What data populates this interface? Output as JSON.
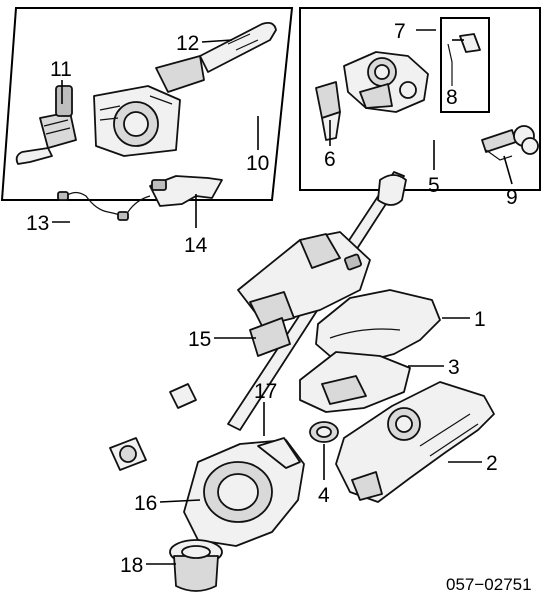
{
  "diagram": {
    "code": "057−02751",
    "callouts": [
      {
        "id": "c1",
        "text": "1"
      },
      {
        "id": "c2",
        "text": "2"
      },
      {
        "id": "c3",
        "text": "3"
      },
      {
        "id": "c4",
        "text": "4"
      },
      {
        "id": "c5",
        "text": "5"
      },
      {
        "id": "c6",
        "text": "6"
      },
      {
        "id": "c7",
        "text": "7"
      },
      {
        "id": "c8",
        "text": "8"
      },
      {
        "id": "c9",
        "text": "9"
      },
      {
        "id": "c10",
        "text": "10"
      },
      {
        "id": "c11",
        "text": "11"
      },
      {
        "id": "c12",
        "text": "12"
      },
      {
        "id": "c13",
        "text": "13"
      },
      {
        "id": "c14",
        "text": "14"
      },
      {
        "id": "c15",
        "text": "15"
      },
      {
        "id": "c16",
        "text": "16"
      },
      {
        "id": "c17",
        "text": "17"
      },
      {
        "id": "c18",
        "text": "18"
      }
    ]
  }
}
